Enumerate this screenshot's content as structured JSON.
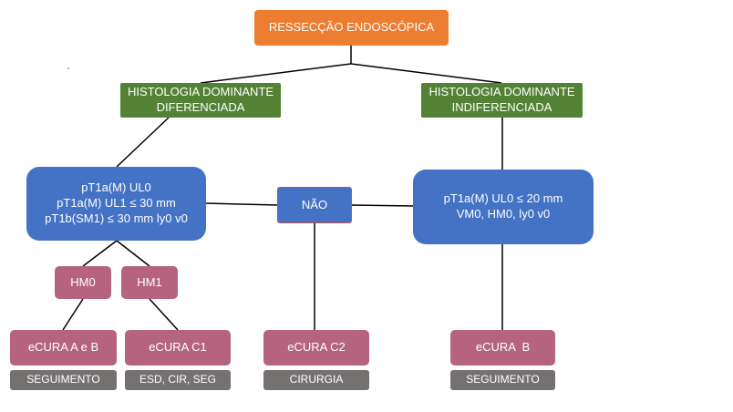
{
  "root": "RESSECÇÃO ENDOSCÓPICA",
  "branch_left": [
    "HISTOLOGIA DOMINANTE",
    "DIFERENCIADA"
  ],
  "branch_right": [
    "HISTOLOGIA DOMINANTE",
    "INDIFERENCIADA"
  ],
  "criteria_left": [
    "pT1a(M) UL0",
    "pT1a(M) UL1  ≤ 30 mm",
    "pT1b(SM1) ≤ 30 mm  ly0 v0"
  ],
  "criteria_right": [
    "pT1a(M) UL0 ≤ 20 mm",
    "VM0, HM0, ly0 v0"
  ],
  "no_label": "NÃO",
  "hm0": "HM0",
  "hm1": "HM1",
  "outcomes": [
    {
      "label": "eCURA A e B",
      "action": "SEGUIMENTO"
    },
    {
      "label": "eCURA C1",
      "action": "ESD, CIR, SEG"
    },
    {
      "label": "eCURA C2",
      "action": "CIRURGIA"
    },
    {
      "label": "eCURA  B",
      "action": "SEGUIMENTO"
    }
  ],
  "colors": {
    "root": "#ed7d31",
    "histology": "#548235",
    "criteria": "#4472c4",
    "result": "#b5637f",
    "action": "#767171",
    "connector": "#000000"
  }
}
